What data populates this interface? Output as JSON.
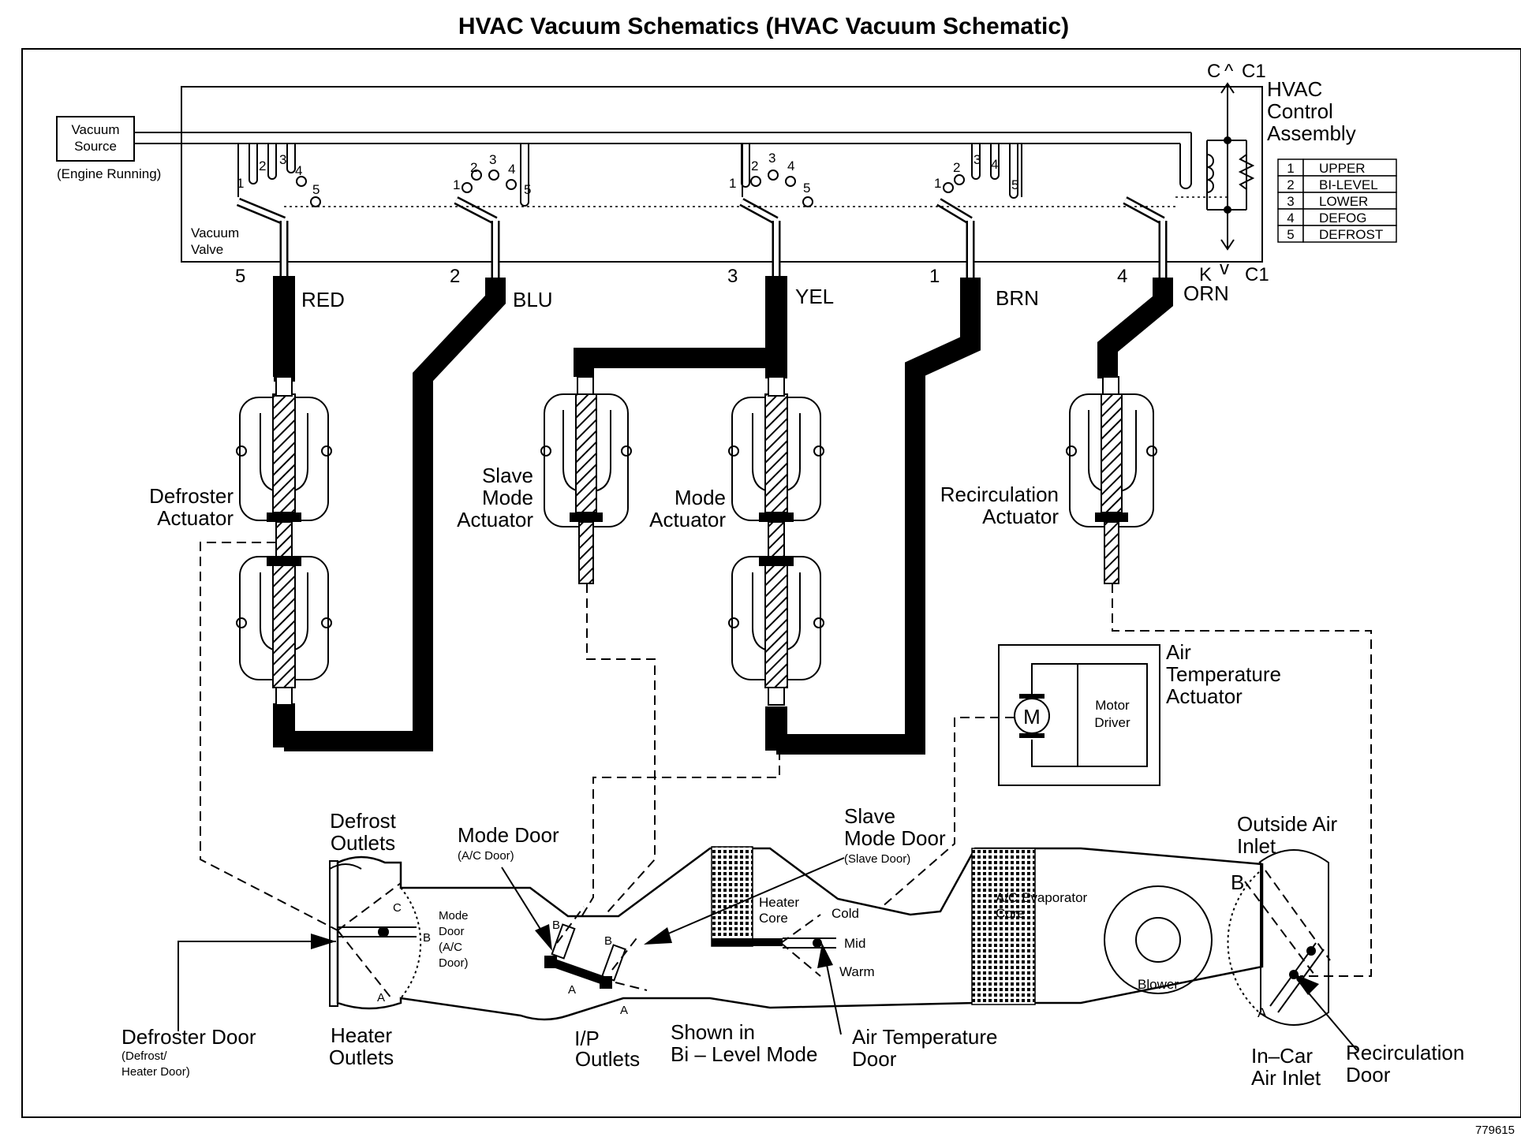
{
  "title": "HVAC Vacuum Schematics (HVAC Vacuum Schematic)",
  "figure_number": "779615",
  "vacuum_source": {
    "line1": "Vacuum",
    "line2": "Source",
    "note": "(Engine Running)"
  },
  "vacuum_valve": {
    "line1": "Vacuum",
    "line2": "Valve"
  },
  "hvac_control": {
    "line1": "HVAC",
    "line2": "Control",
    "line3": "Assembly"
  },
  "connector": {
    "top_label": "C",
    "top_pin": "C1",
    "bottom_label": "K",
    "bottom_pin": "C1"
  },
  "valve_digits": [
    "1",
    "2",
    "3",
    "4",
    "5"
  ],
  "mode_legend": [
    {
      "num": "1",
      "label": "UPPER"
    },
    {
      "num": "2",
      "label": "BI-LEVEL"
    },
    {
      "num": "3",
      "label": "LOWER"
    },
    {
      "num": "4",
      "label": "DEFOG"
    },
    {
      "num": "5",
      "label": "DEFROST"
    }
  ],
  "ports": [
    {
      "num": "5",
      "color": "RED"
    },
    {
      "num": "2",
      "color": "BLU"
    },
    {
      "num": "3",
      "color": "YEL"
    },
    {
      "num": "1",
      "color": "BRN"
    },
    {
      "num": "4",
      "color": "ORN"
    }
  ],
  "actuators": {
    "defroster": {
      "line1": "Defroster",
      "line2": "Actuator"
    },
    "slave_mode": {
      "line1": "Slave",
      "line2": "Mode",
      "line3": "Actuator"
    },
    "mode": {
      "line1": "Mode",
      "line2": "Actuator"
    },
    "recirculation": {
      "line1": "Recirculation",
      "line2": "Actuator"
    },
    "air_temp": {
      "line1": "Air",
      "line2": "Temperature",
      "line3": "Actuator",
      "motor": "M",
      "driver1": "Motor",
      "driver2": "Driver"
    }
  },
  "labels": {
    "defrost_outlets": {
      "line1": "Defrost",
      "line2": "Outlets"
    },
    "mode_door": {
      "line1": "Mode Door",
      "line2": "(A/C Door)"
    },
    "slave_mode_door": {
      "line1": "Slave",
      "line2": "Mode Door",
      "line3": "(Slave Door)"
    },
    "outside_air_inlet": {
      "line1": "Outside Air",
      "line2": "Inlet"
    },
    "mode_door_small": {
      "line1": "Mode",
      "line2": "Door",
      "line3": "(A/C",
      "line4": "Door)"
    },
    "heater_core": {
      "line1": "Heater",
      "line2": "Core"
    },
    "ac_evaporator": {
      "line1": "A/C Evaporator",
      "line2": "Core"
    },
    "blower": "Blower",
    "cold": "Cold",
    "mid": "Mid",
    "warm": "Warm",
    "defroster_door": {
      "line1": "Defroster Door",
      "line2": "(Defrost/",
      "line3": "Heater Door)"
    },
    "heater_outlets": {
      "line1": "Heater",
      "line2": "Outlets"
    },
    "ip_outlets": {
      "line1": "I/P",
      "line2": "Outlets"
    },
    "shown_in": {
      "line1": "Shown in",
      "line2": "Bi – Level Mode"
    },
    "air_temp_door": {
      "line1": "Air Temperature",
      "line2": "Door"
    },
    "incar_inlet": {
      "line1": "In–Car",
      "line2": "Air Inlet"
    },
    "recirc_door": {
      "line1": "Recirculation",
      "line2": "Door"
    },
    "door_a": "A",
    "door_b": "B",
    "door_c": "C"
  }
}
